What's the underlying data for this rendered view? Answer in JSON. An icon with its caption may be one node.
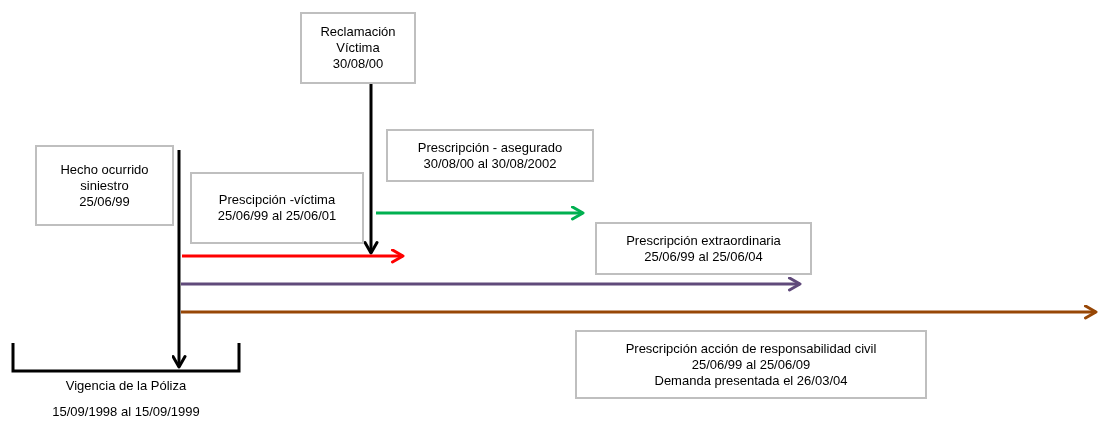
{
  "diagram": {
    "nodes": [
      {
        "text": [
          "Reclamación Víctima",
          "30/08/00"
        ]
      },
      {
        "text": [
          "Prescripción - asegurado",
          "30/08/00 al 30/08/2002"
        ]
      },
      {
        "text": [
          "Hecho ocurrido siniestro",
          "25/06/99"
        ]
      },
      {
        "text": [
          "Prescipción -víctima",
          "25/06/99 al 25/06/01"
        ]
      },
      {
        "text": [
          "Prescripción extraordinaria",
          "25/06/99 al 25/06/04"
        ]
      },
      {
        "text": [
          "Prescripción acción de responsabilidad civil",
          "25/06/99 al 25/06/09",
          "Demanda presentada el 26/03/04"
        ]
      }
    ],
    "edges": [
      {
        "from": 0,
        "to": 3,
        "arrow": "to"
      }
    ],
    "labels": [
      "Vigencia de la Póliza",
      "15/09/1998 al 15/09/1999"
    ]
  }
}
